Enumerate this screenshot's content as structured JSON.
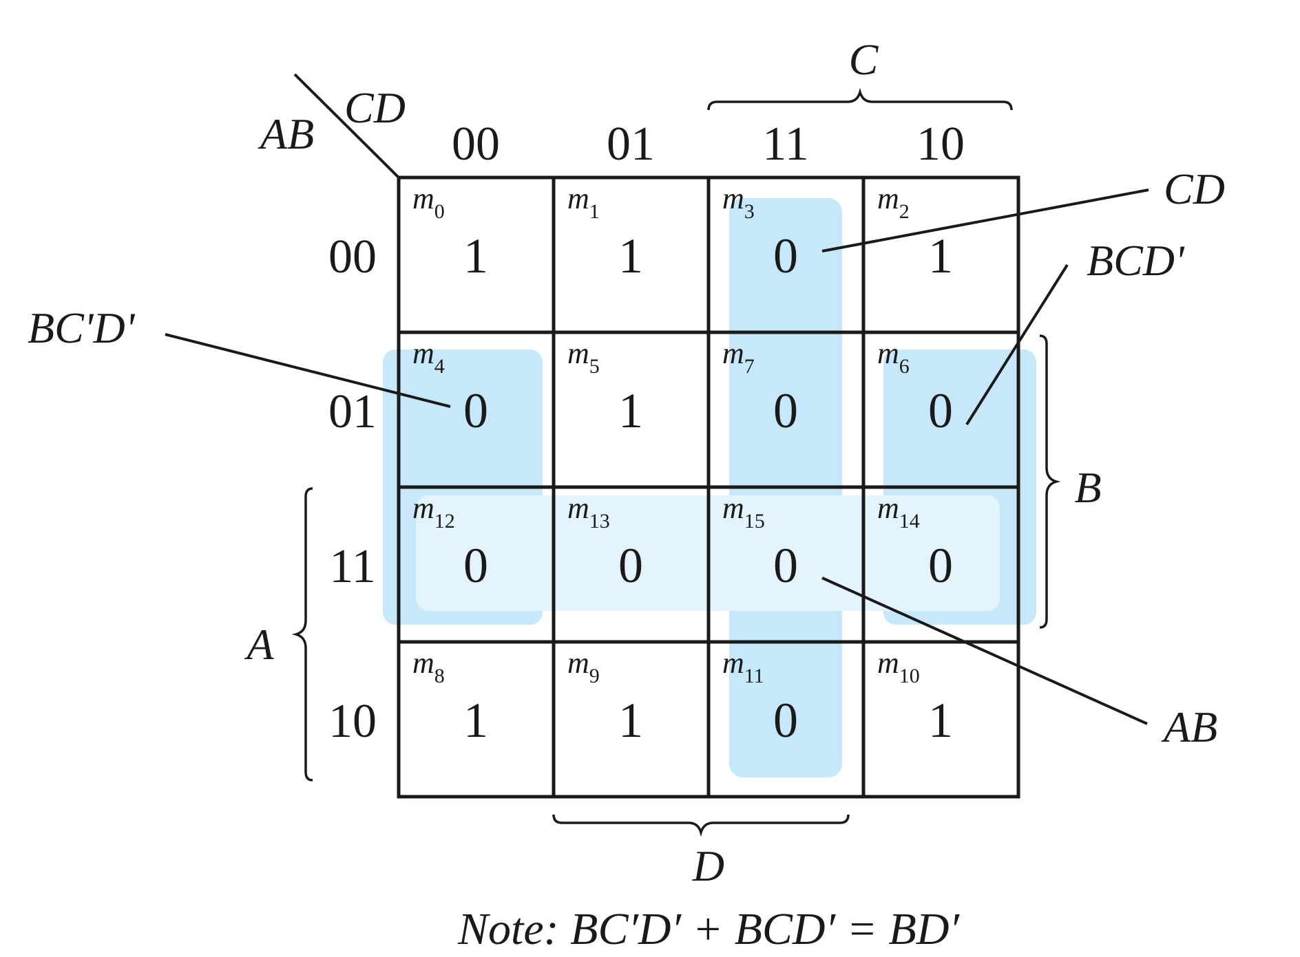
{
  "corner": {
    "row_var": "AB",
    "col_var": "CD"
  },
  "col_headers": [
    "00",
    "01",
    "11",
    "10"
  ],
  "row_headers": [
    "00",
    "01",
    "11",
    "10"
  ],
  "cells": [
    [
      {
        "m": "m",
        "sub": "0",
        "v": "1"
      },
      {
        "m": "m",
        "sub": "1",
        "v": "1"
      },
      {
        "m": "m",
        "sub": "3",
        "v": "0"
      },
      {
        "m": "m",
        "sub": "2",
        "v": "1"
      }
    ],
    [
      {
        "m": "m",
        "sub": "4",
        "v": "0"
      },
      {
        "m": "m",
        "sub": "5",
        "v": "1"
      },
      {
        "m": "m",
        "sub": "7",
        "v": "0"
      },
      {
        "m": "m",
        "sub": "6",
        "v": "0"
      }
    ],
    [
      {
        "m": "m",
        "sub": "12",
        "v": "0"
      },
      {
        "m": "m",
        "sub": "13",
        "v": "0"
      },
      {
        "m": "m",
        "sub": "15",
        "v": "0"
      },
      {
        "m": "m",
        "sub": "14",
        "v": "0"
      }
    ],
    [
      {
        "m": "m",
        "sub": "8",
        "v": "1"
      },
      {
        "m": "m",
        "sub": "9",
        "v": "1"
      },
      {
        "m": "m",
        "sub": "11",
        "v": "0"
      },
      {
        "m": "m",
        "sub": "10",
        "v": "1"
      }
    ]
  ],
  "brace_labels": {
    "top": "C",
    "right": "B",
    "left": "A",
    "bottom": "D"
  },
  "groups": [
    {
      "label": "CD",
      "color": "#c6e8fa"
    },
    {
      "label": "BCD'",
      "color": "#c6e8fa"
    },
    {
      "label": "BC'D'",
      "color": "#c6e8fa"
    },
    {
      "label": "AB",
      "color": "#e4f4fd"
    }
  ],
  "note": "Note: BC′D′ + BCD′ = BD′"
}
